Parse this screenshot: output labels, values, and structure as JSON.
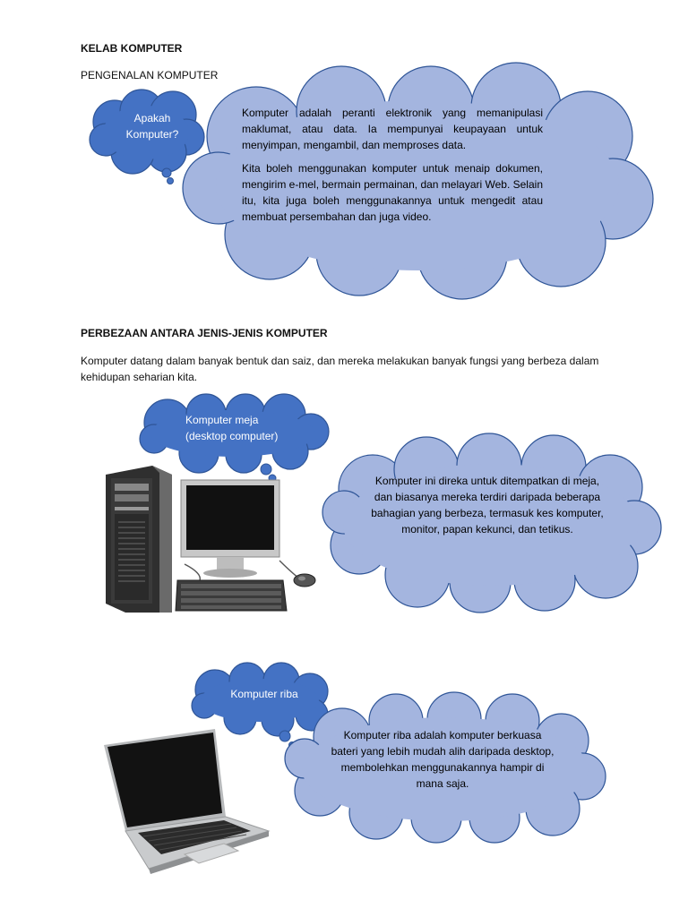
{
  "header": {
    "title": "KELAB KOMPUTER",
    "subtitle": "PENGENALAN KOMPUTER"
  },
  "intro": {
    "question": "Apakah Komputer?",
    "paragraph1": "Komputer adalah peranti elektronik yang memanipulasi maklumat, atau data. Ia mempunyai keupayaan untuk menyimpan, mengambil, dan memproses data.",
    "paragraph2": "Kita boleh menggunakan komputer untuk menaip dokumen, mengirim e-mel, bermain permainan, dan melayari Web. Selain itu, kita juga boleh menggunakannya untuk mengedit atau membuat persembahan dan juga video."
  },
  "section2": {
    "heading": "PERBEZAAN ANTARA JENIS-JENIS KOMPUTER",
    "paragraph": "Komputer datang dalam banyak bentuk dan saiz, dan mereka melakukan banyak fungsi yang berbeza dalam kehidupan seharian kita."
  },
  "desktop": {
    "label_line1": "Komputer meja",
    "label_line2": "(desktop computer)",
    "description": "Komputer ini direka untuk ditempatkan di meja, dan biasanya mereka terdiri daripada beberapa bahagian yang berbeza, termasuk kes komputer, monitor, papan kekunci, dan tetikus."
  },
  "laptop": {
    "label": "Komputer riba",
    "description": "Komputer riba adalah komputer berkuasa bateri yang lebih mudah alih daripada desktop, membolehkan menggunakannya hampir di mana saja."
  },
  "colors": {
    "dark_cloud": "#4472c4",
    "light_cloud": "#a4b5df",
    "cloud_outline": "#2f5597"
  }
}
